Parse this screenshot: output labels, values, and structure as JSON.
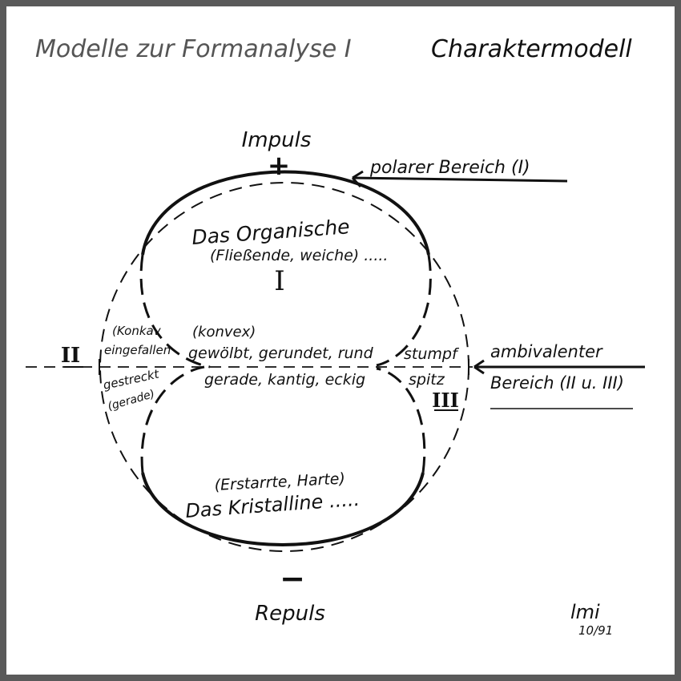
{
  "header": {
    "series_title": "Modelle zur Formanalyse I",
    "model_title": "Charaktermodell"
  },
  "poles": {
    "top_label": "Impuls",
    "top_sign": "+",
    "bottom_label": "Repuls",
    "bottom_sign": "−"
  },
  "annotations": {
    "polar_region": "polarer Bereich (I)",
    "ambivalent_line1": "ambivalenter",
    "ambivalent_line2": "Bereich (II u. III)"
  },
  "upper_zone": {
    "title": "Das Organische",
    "subtitle": "(Fließende, weiche) .....",
    "numeral": "I"
  },
  "lower_zone": {
    "subtitle": "(Erstarrte, Harte)",
    "title": "Das Kristalline ....."
  },
  "left_zone": {
    "numeral": "II",
    "upper_1": "(Konkav",
    "upper_2": "eingefallen",
    "lower_1": "gestreckt",
    "lower_2": "(gerade)"
  },
  "right_zone": {
    "numeral": "III",
    "upper": "stumpf",
    "lower": "spitz"
  },
  "center_text": {
    "line1": "(konvex)",
    "line2": "gewölbt, gerundet, rund",
    "line3": "gerade, kantig, eckig"
  },
  "signature": {
    "initials": "lmi",
    "date": "10/91"
  }
}
